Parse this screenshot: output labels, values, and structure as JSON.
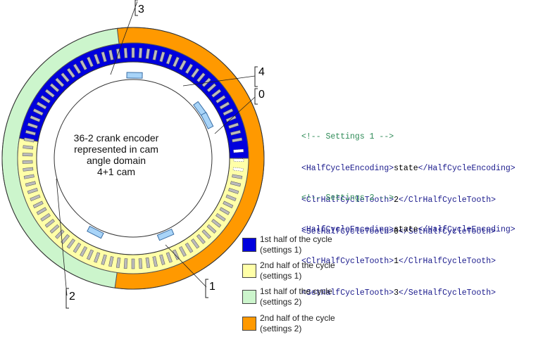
{
  "diagram": {
    "center_lines": [
      "36-2 crank encoder",
      "represented in cam",
      "angle domain",
      "4+1 cam"
    ],
    "callouts": {
      "c0": "0",
      "c1": "1",
      "c2": "2",
      "c3": "3",
      "c4": "4"
    }
  },
  "colors": {
    "first_half_s1": "#0000dd",
    "second_half_s1": "#ffffa8",
    "first_half_s2": "#ccf5cc",
    "second_half_s2": "#ff9900",
    "cam_tooth": "#a8d4f8",
    "crank_tooth": "#bbbbbb"
  },
  "settings1": {
    "comment": "<!-- Settings 1 -->",
    "lines": [
      {
        "open": "<HalfCycleEncoding>",
        "value": "state",
        "close": "</HalfCycleEncoding>"
      },
      {
        "open": "<ClrHalfCycleTooth>",
        "value": "2",
        "close": "</ClrHalfCycleTooth>"
      },
      {
        "open": "<SetHalfCycleTooth>",
        "value": "0",
        "close": "</SetHalfCycleTooth>"
      }
    ]
  },
  "settings2": {
    "comment": "<!-- Settings 2 -->",
    "lines": [
      {
        "open": "<HalfCycleEncoding>",
        "value": "state",
        "close": "</HalfCycleEncoding>"
      },
      {
        "open": "<ClrHalfCycleTooth>",
        "value": "1",
        "close": "</ClrHalfCycleTooth>"
      },
      {
        "open": "<SetHalfCycleTooth>",
        "value": "3",
        "close": "</SetHalfCycleTooth>"
      }
    ]
  },
  "legend": [
    {
      "line1": "1st half of the cycle",
      "line2": "(settings 1)",
      "color": "#0000dd"
    },
    {
      "line1": "2nd half of the cycle",
      "line2": "(settings 1)",
      "color": "#ffffa8"
    },
    {
      "line1": "1st half of the cycle",
      "line2": "(settings 2)",
      "color": "#ccf5cc"
    },
    {
      "line1": "2nd half of the cycle",
      "line2": "(settings 2)",
      "color": "#ff9900"
    }
  ]
}
